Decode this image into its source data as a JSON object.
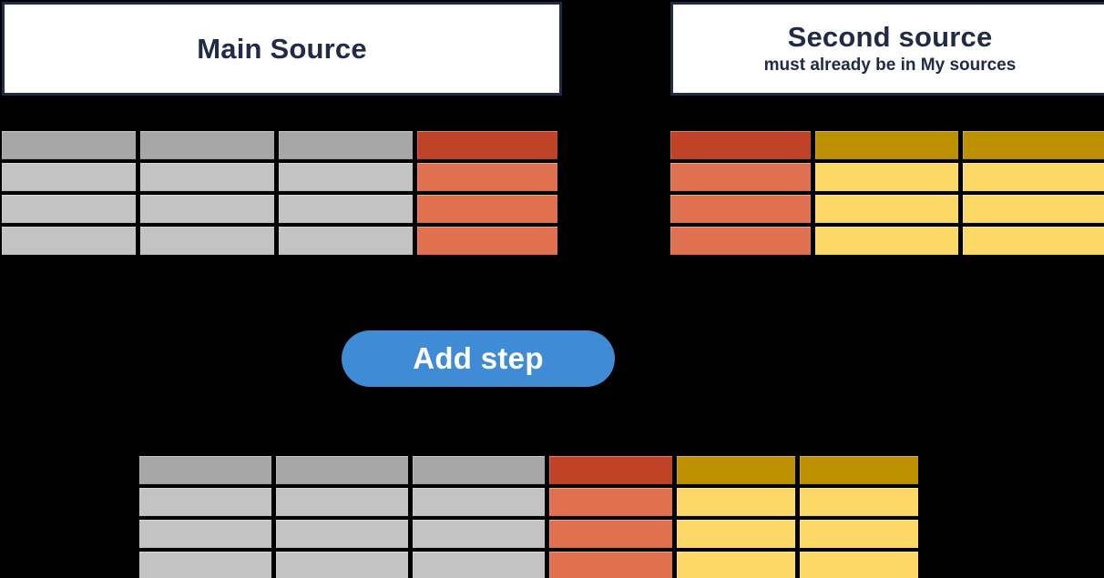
{
  "background": "#000000",
  "colors": {
    "navy": "#212B45",
    "box_background": "#FFFFFF",
    "gray_header": "#A7A7A7",
    "gray_body": "#C3C3C3",
    "red_header": "#C04327",
    "red_body": "#E07150",
    "gold_header": "#BC9000",
    "gold_body": "#FCD966",
    "button_blue": "#3F8BD6",
    "button_text": "#FFFFFF"
  },
  "main_source": {
    "title": "Main Source"
  },
  "second_source": {
    "title": "Second source",
    "subtitle": "must already be in My sources"
  },
  "button": {
    "label": "Add step"
  },
  "tables": {
    "main": {
      "description": "main source table",
      "rows": 4,
      "columns": [
        "gray",
        "gray",
        "gray",
        "red"
      ]
    },
    "second": {
      "description": "second source table",
      "rows": 4,
      "columns": [
        "red",
        "gold",
        "gold"
      ]
    },
    "result": {
      "description": "result table after add step",
      "rows": 4,
      "columns": [
        "gray",
        "gray",
        "gray",
        "red",
        "gold",
        "gold"
      ]
    }
  }
}
